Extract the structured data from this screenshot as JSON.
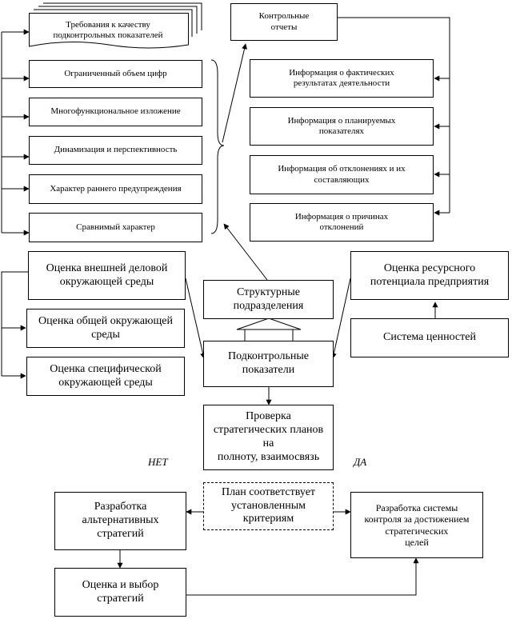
{
  "diagram": {
    "requirements_title": "Требования к качеству\nподконтрольных показателей",
    "requirements": [
      "Ограниченный объем цифр",
      "Многофункциональное изложение",
      "Динамизация и перспективность",
      "Характер раннего предупреждения",
      "Сравнимый характер"
    ],
    "control_reports": "Контрольные\nотчеты",
    "report_info": [
      "Информация о фактических\nрезультатах деятельности",
      "Информация о планируемых\nпоказателях",
      "Информация об отклонениях и их\nсоставляющих",
      "Информация о причинах\nотклонений"
    ],
    "env": [
      "Оценка внешней деловой\nокружающей среды",
      "Оценка общей окружающей\nсреды",
      "Оценка специфической\nокружающей среды"
    ],
    "resource_potential": "Оценка ресурсного\nпотенциала предприятия",
    "value_system": "Система ценностей",
    "structural_units": "Структурные\nподразделения",
    "controlled_indicators": "Подконтрольные\nпоказатели",
    "plan_check": "Проверка\nстратегических планов\nна\nполноту, взаимосвязь",
    "no_label": "НЕТ",
    "yes_label": "ДА",
    "plan_criteria": "План соответствует\nустановленным\nкритериям",
    "alt_strategies": "Разработка\nальтернативных\nстратегий",
    "control_system": "Разработка системы\nконтроля за достижением\nстратегических\nцелей",
    "strategy_choice": "Оценка и выбор\nстратегий"
  }
}
